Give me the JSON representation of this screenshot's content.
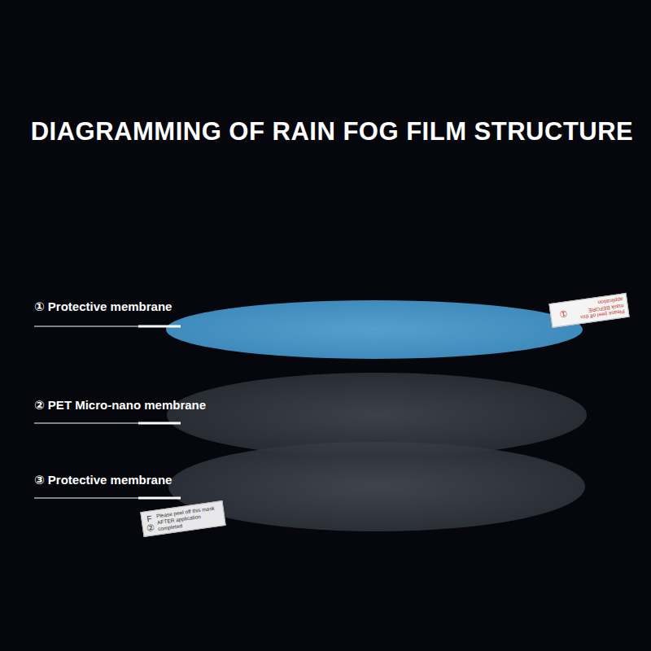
{
  "diagram": {
    "title": "DIAGRAMMING OF RAIN FOG FILM STRUCTURE",
    "labels": [
      "① Protective membrane",
      "② PET Micro-nano membrane",
      "③ Protective membrane",
      "①",
      "Please peel off this mask BEFORE application",
      "F",
      "②",
      "Please peel off this mask AFTER application completed"
    ]
  }
}
